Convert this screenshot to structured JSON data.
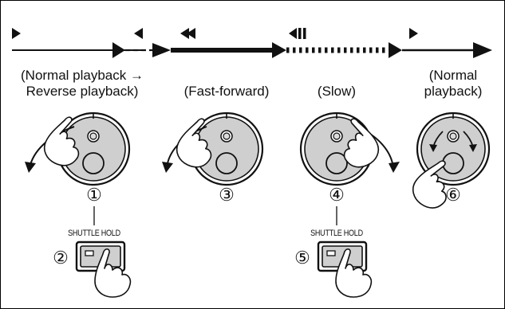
{
  "captions": {
    "normal_to_reverse_line1": "(Normal playback →",
    "normal_to_reverse_line2": "Reverse playback)",
    "fast_forward": "(Fast-forward)",
    "slow": "(Slow)",
    "normal_line1": "(Normal",
    "normal_line2": "playback)"
  },
  "step_numbers": {
    "s1": "①",
    "s2": "②",
    "s3": "③",
    "s4": "④",
    "s5": "⑤",
    "s6": "⑥"
  },
  "shuttle_hold_label_1": "SHUTTLE HOLD",
  "shuttle_hold_label_2": "SHUTTLE HOLD",
  "colors": {
    "dial_fill": "#cfcfcf",
    "stroke": "#111111",
    "background": "#ffffff"
  }
}
